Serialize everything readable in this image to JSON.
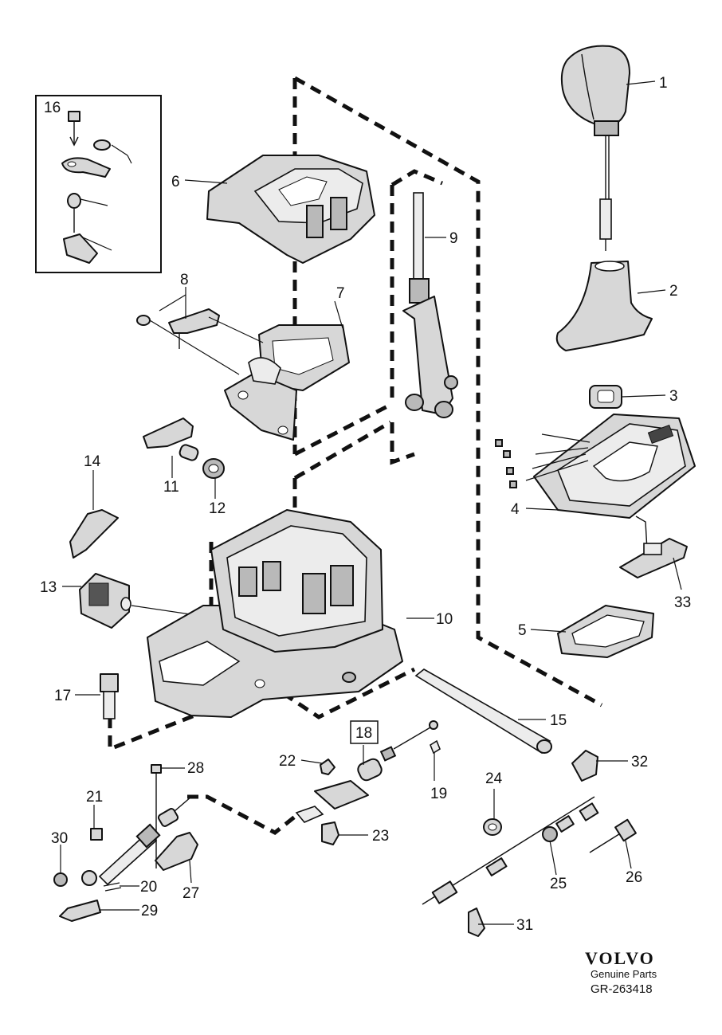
{
  "labels": {
    "n1": "1",
    "n2": "2",
    "n3": "3",
    "n4": "4",
    "n5": "5",
    "n6": "6",
    "n7": "7",
    "n8": "8",
    "n9": "9",
    "n10": "10",
    "n11": "11",
    "n12": "12",
    "n13": "13",
    "n14": "14",
    "n15": "15",
    "n16": "16",
    "n17": "17",
    "n18": "18",
    "n19": "19",
    "n20": "20",
    "n21": "21",
    "n22": "22",
    "n23": "23",
    "n24": "24",
    "n25": "25",
    "n26": "26",
    "n27": "27",
    "n28": "28",
    "n29": "29",
    "n30": "30",
    "n31": "31",
    "n32": "32",
    "n33": "33"
  },
  "footer": {
    "brand": "VOLVO",
    "tagline": "Genuine Parts",
    "code": "GR-263418"
  }
}
